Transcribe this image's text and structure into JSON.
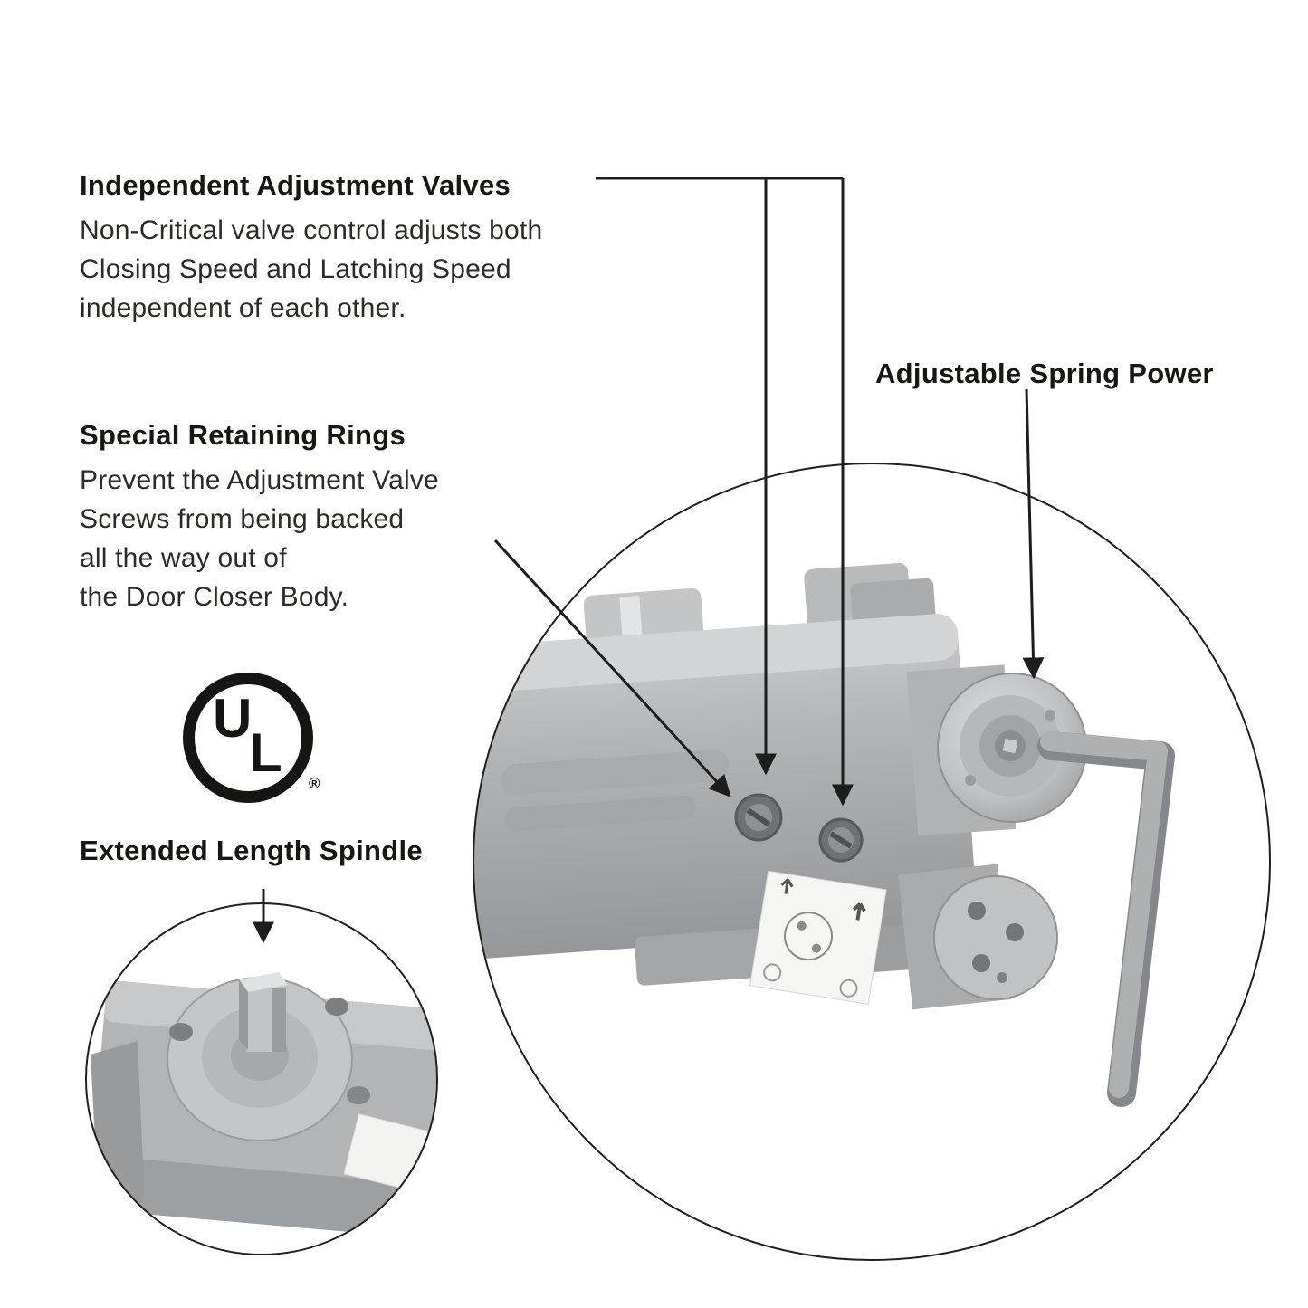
{
  "annotations": {
    "independent_valves": {
      "title": "Independent Adjustment Valves",
      "lines": [
        "Non-Critical valve control adjusts both",
        "Closing Speed and Latching Speed",
        "independent of each other."
      ]
    },
    "spring_power": {
      "title": "Adjustable Spring Power"
    },
    "retaining_rings": {
      "title": "Special Retaining Rings",
      "lines": [
        "Prevent the Adjustment Valve",
        "Screws from being backed",
        "all the way out of",
        "the Door Closer Body."
      ]
    },
    "spindle": {
      "title": "Extended Length Spindle"
    },
    "ul_mark": {
      "letter_u": "U",
      "letter_l": "L",
      "registered": "®"
    }
  },
  "colors": {
    "text": "#1d1d1b",
    "connector_line": "#1d1d1b",
    "metal_light": "#d2d4d6",
    "metal_mid": "#b2b4b6",
    "metal_dark": "#8e9092",
    "background": "#ffffff"
  }
}
